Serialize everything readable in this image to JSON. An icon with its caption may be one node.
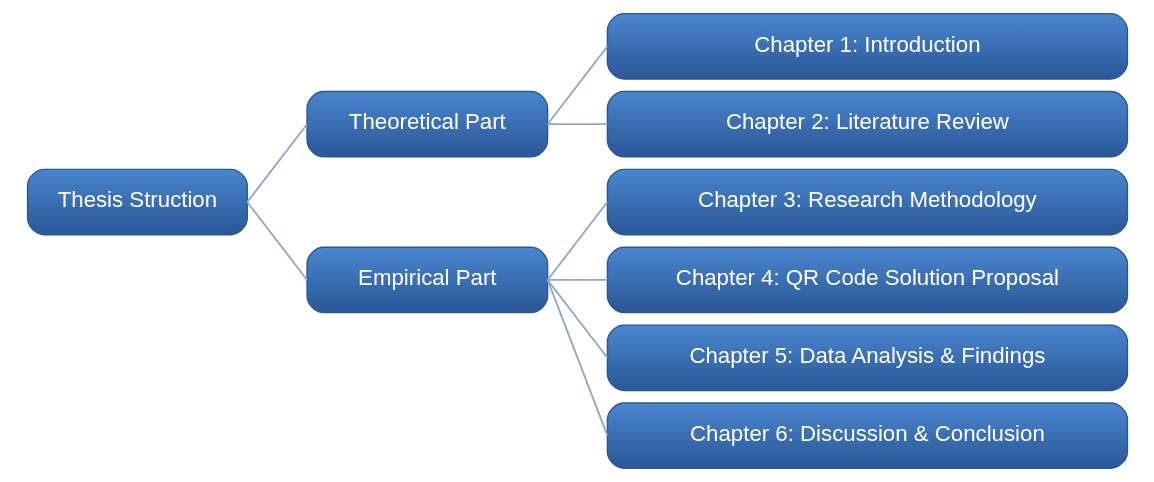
{
  "diagram": {
    "nodes": [
      {
        "text": [
          "Thesis Struction"
        ]
      },
      {
        "text": [
          "Theoretical Part"
        ]
      },
      {
        "text": [
          "Empirical Part"
        ]
      },
      {
        "text": [
          "Chapter 1: Introduction"
        ]
      },
      {
        "text": [
          "Chapter 2: Literature Review"
        ]
      },
      {
        "text": [
          "Chapter 3: Research Methodology"
        ]
      },
      {
        "text": [
          "Chapter 4: QR Code Solution Proposal"
        ]
      },
      {
        "text": [
          "Chapter 5: Data Analysis & Findings"
        ]
      },
      {
        "text": [
          "Chapter 6: Discussion & Conclusion"
        ]
      }
    ],
    "edges": [
      {
        "from": 0,
        "to": 1,
        "arrow": "none"
      },
      {
        "from": 0,
        "to": 2,
        "arrow": "none"
      },
      {
        "from": 1,
        "to": 3,
        "arrow": "none"
      },
      {
        "from": 1,
        "to": 4,
        "arrow": "none"
      },
      {
        "from": 2,
        "to": 5,
        "arrow": "none"
      },
      {
        "from": 2,
        "to": 6,
        "arrow": "none"
      },
      {
        "from": 2,
        "to": 7,
        "arrow": "none"
      },
      {
        "from": 2,
        "to": 8,
        "arrow": "none"
      }
    ]
  }
}
